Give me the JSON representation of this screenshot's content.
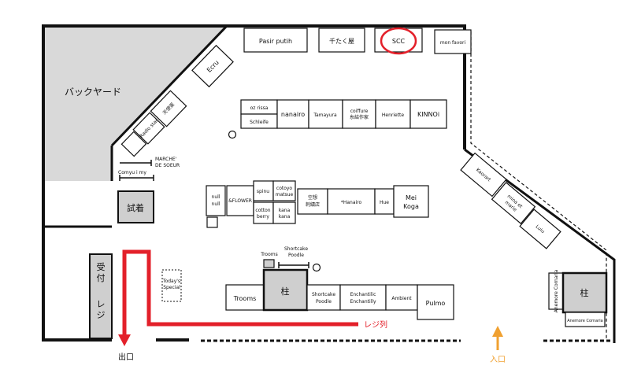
{
  "colors": {
    "accent_red": "#e3202a",
    "entrance_orange": "#f0a030",
    "backyard_gray": "#d9d9d9",
    "fitting_gray": "#cfcfcf"
  },
  "areas": {
    "backyard": "バックヤード",
    "fitting_room": "試着",
    "register": "受付　レジ",
    "exit": "出口",
    "entrance": "入口",
    "queue": "レジ列",
    "pillar_center": "柱",
    "pillar_right": "柱"
  },
  "booths": {
    "pasir_putih": "Pasir putih",
    "chitakuya": "千たく屋",
    "scc": "SCC",
    "mon_favori": "mon favori",
    "ecru": "Ecru",
    "tenshi": "天使蛋",
    "radio_star": "Radio star",
    "marche": "MARCHE'\nDE SOEUR",
    "comyu_i_my": "Comyu i my",
    "oz_rissa": "oz rissa",
    "schleife": "Schleife",
    "nanairo": "nanairo",
    "tamayura": "Tamayura",
    "coiffure": "coiffure\n糸結作家",
    "henriette": "Henriette",
    "kinnoi": "KINNOi",
    "kaorart": "Kaorart",
    "mina_et_marie": "mina et\nmarie",
    "luiu": "Luiu",
    "null_null": "null\nnull",
    "flower": "&FLOWER",
    "spinu": "spinu",
    "cotoyo": "cotoyo\nmatsue",
    "cotton_berry": "cotton\nberry",
    "kana_kana": "kana\nkana",
    "kuusou": "空想\n刺繍店",
    "hanairo": "*Hanairo",
    "hue": "Hue",
    "mei_koga": "Mei\nKoga",
    "trooms_small": "Trooms",
    "shortcake_small": "Shortcake\nPoodle",
    "todays_special": "Today's\nSpecial",
    "trooms": "Trooms",
    "shortcake_poodle": "Shortcake\nPoodle",
    "enchantilic": "Enchantilic\nEnchantilly",
    "ambient": "Ambient",
    "pulmo": "Pulmo",
    "anemore_vertical": "Anemore Cornaria",
    "anemore_bottom": "Anemore Cornaria"
  }
}
